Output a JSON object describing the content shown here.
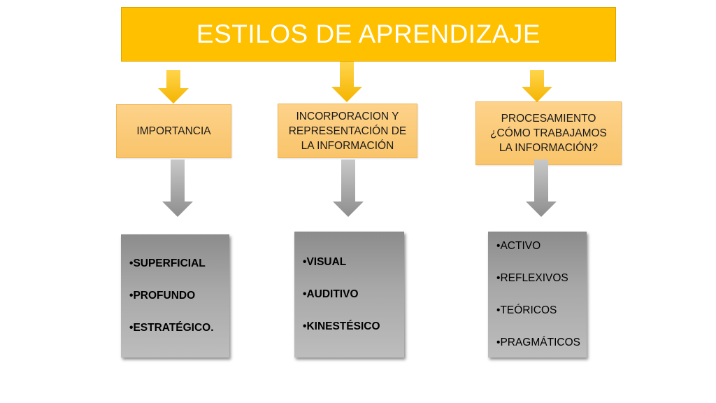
{
  "title": "ESTILOS DE APRENDIZAJE",
  "columns": [
    {
      "heading": "IMPORTANCIA",
      "items": [
        "SUPERFICIAL",
        "PROFUNDO",
        "ESTRATÉGICO."
      ],
      "items_bold": true
    },
    {
      "heading": "INCORPORACION  Y\nREPRESENTACIÓN DE\nLA INFORMACIÓN",
      "items": [
        "VISUAL",
        "AUDITIVO",
        "KINESTÉSICO"
      ],
      "items_bold": true
    },
    {
      "heading": "PROCESAMIENTO\n¿CÓMO TRABAJAMOS\nLA INFORMACIÓN?",
      "items": [
        "ACTIVO",
        "REFLEXIVOS",
        "TEÓRICOS",
        "PRAGMÁTICOS"
      ],
      "items_bold": false
    }
  ],
  "colors": {
    "title_fill": "#ffc000",
    "heading_fill": "#fdd28a",
    "yellow_arrow": "#ffc000",
    "gray_arrow": "#a6a6a6",
    "list_fill": "#a8a8a8"
  }
}
